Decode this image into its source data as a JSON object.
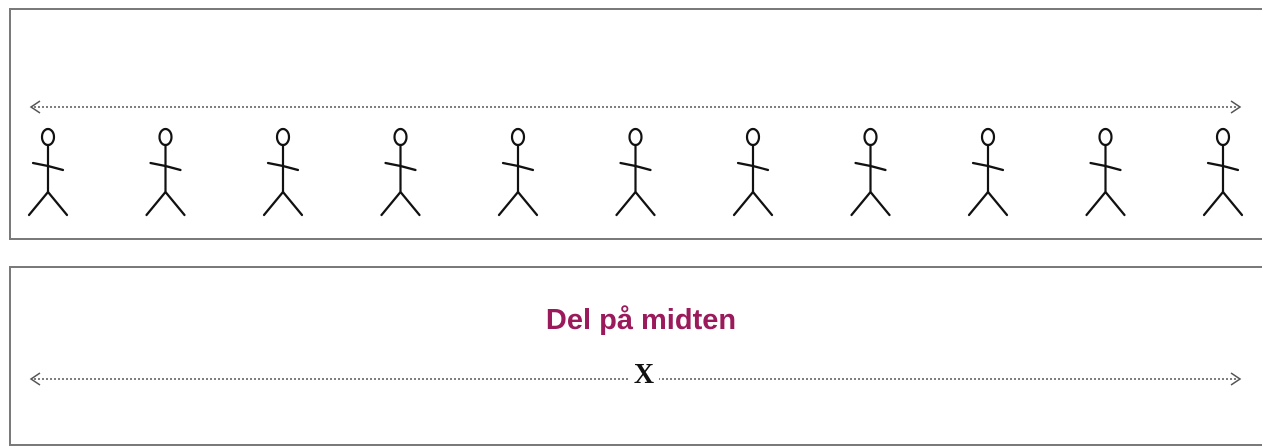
{
  "title": "Del på midten",
  "midpoint_label": "X",
  "people_count": 11,
  "colors": {
    "title": "#9b1a5c",
    "lines": "#555555",
    "figures": "#111111",
    "border": "#7a7a7a"
  },
  "icons": {
    "person": "stick-figure-icon",
    "arrow_left": "arrow-left-icon",
    "arrow_right": "arrow-right-icon"
  }
}
